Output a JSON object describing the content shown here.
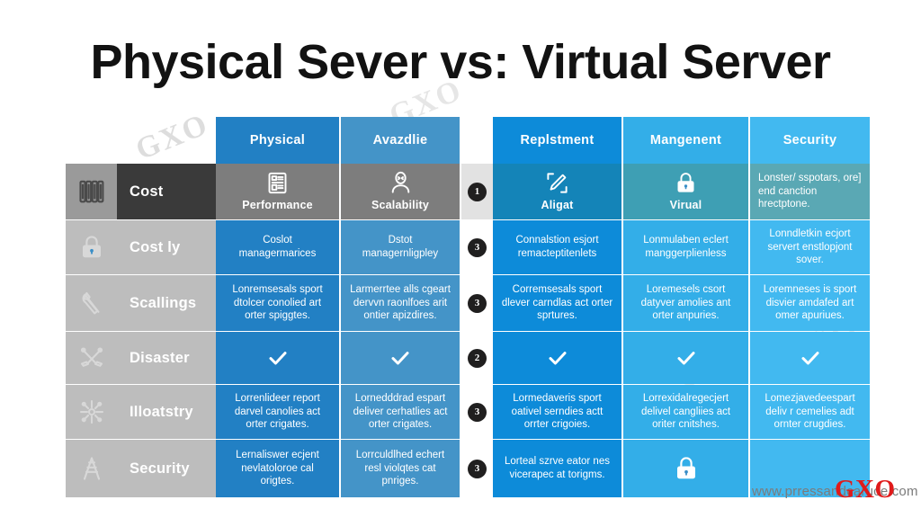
{
  "page": {
    "title": "Physical Sever vs: Virtual Server",
    "watermark": "GXO",
    "website": "www.prressandcaruce.com",
    "logo": "GXO"
  },
  "colors": {
    "title_text": "#121212",
    "col1": "#2280c4",
    "col2": "#4494c8",
    "col3": "#0d8bd9",
    "col4": "#33aee8",
    "col5": "#42b9f0",
    "row_label_bg": "#bdbdbd",
    "row1_bg": "#3a3a3a",
    "badge_bg": "#201f1f",
    "logo_red": "#e01b1b",
    "site_gray": "#7b7b7b"
  },
  "table": {
    "headers": [
      {
        "label": "Physical",
        "color": "#2280c4"
      },
      {
        "label": "Avazdlie",
        "color": "#4494c8"
      },
      {
        "label": "Replstment",
        "color": "#0d8bd9"
      },
      {
        "label": "Mangenent",
        "color": "#33aee8"
      },
      {
        "label": "Security",
        "color": "#42b9f0"
      }
    ],
    "rows": [
      {
        "label": "Cost",
        "icon": "server-rack-icon",
        "badge": "1",
        "highlight": true,
        "cells": [
          {
            "type": "icon-label",
            "icon": "document-icon",
            "label": "Performance",
            "text": ""
          },
          {
            "type": "icon-label",
            "icon": "user-icon",
            "label": "Scalability",
            "text": ""
          },
          {
            "type": "icon-label",
            "icon": "pen-crop-icon",
            "label": "Aligat",
            "text": ""
          },
          {
            "type": "icon-label",
            "icon": "lock-icon",
            "label": "Virual",
            "text": ""
          },
          {
            "type": "text",
            "icon": "",
            "label": "",
            "text": "Lonster/ sspotars, ore] end canction hrectptone."
          }
        ]
      },
      {
        "label": "Cost ly",
        "icon": "lock-icon",
        "badge": "3",
        "highlight": false,
        "cells": [
          {
            "type": "text",
            "icon": "",
            "label": "",
            "text": "Coslot managermarices"
          },
          {
            "type": "text",
            "icon": "",
            "label": "",
            "text": "Dstot managernligpley"
          },
          {
            "type": "text",
            "icon": "",
            "label": "",
            "text": "Connalstion esjort remacteptitenlets"
          },
          {
            "type": "text",
            "icon": "",
            "label": "",
            "text": "Lonmulaben eclert manggerplienless"
          },
          {
            "type": "text",
            "icon": "",
            "label": "",
            "text": "Lonndletkin ecjort servert enstlopjont sover."
          }
        ]
      },
      {
        "label": "Scallings",
        "icon": "wrench-icon",
        "badge": "3",
        "highlight": false,
        "cells": [
          {
            "type": "text",
            "icon": "",
            "label": "",
            "text": "Lonremsesals sport dtolcer conolied art orter spiggtes."
          },
          {
            "type": "text",
            "icon": "",
            "label": "",
            "text": "Larmerrtee alls cgeart dervvn raonlfoes arit ontier apizdires."
          },
          {
            "type": "text",
            "icon": "",
            "label": "",
            "text": "Corremsesals sport dlever carndlas act orter sprtures."
          },
          {
            "type": "text",
            "icon": "",
            "label": "",
            "text": "Loremesels csort datyver amolies ant orter anpuries."
          },
          {
            "type": "text",
            "icon": "",
            "label": "",
            "text": "Loremneses is sport disvier amdafed art omer apuriues."
          }
        ]
      },
      {
        "label": "Disaster",
        "icon": "tools-cross-icon",
        "badge": "2",
        "highlight": false,
        "cells": [
          {
            "type": "check",
            "icon": "check-icon",
            "label": "",
            "text": ""
          },
          {
            "type": "check",
            "icon": "check-icon",
            "label": "",
            "text": ""
          },
          {
            "type": "check",
            "icon": "check-icon",
            "label": "",
            "text": ""
          },
          {
            "type": "check",
            "icon": "check-icon",
            "label": "",
            "text": ""
          },
          {
            "type": "check",
            "icon": "check-icon",
            "label": "",
            "text": ""
          }
        ]
      },
      {
        "label": "Illoatstry",
        "icon": "network-burst-icon",
        "badge": "3",
        "highlight": false,
        "cells": [
          {
            "type": "text",
            "icon": "",
            "label": "",
            "text": "Lorrenlideer report darvel canolies act orter crigates."
          },
          {
            "type": "text",
            "icon": "",
            "label": "",
            "text": "Lornedddrad espart deliver cerhatlies act orter crigates."
          },
          {
            "type": "text",
            "icon": "",
            "label": "",
            "text": "Lormedaveris sport oativel serndies actt orrter crigoies."
          },
          {
            "type": "text",
            "icon": "",
            "label": "",
            "text": "Lorrexidalregecjert delivel cangliies act oriter cnitshes."
          },
          {
            "type": "text",
            "icon": "",
            "label": "",
            "text": "Lomezjavedeespart deliv r cemelies adt ornter crugdies."
          }
        ]
      },
      {
        "label": "Security",
        "icon": "tower-icon",
        "badge": "3",
        "highlight": false,
        "cells": [
          {
            "type": "text",
            "icon": "",
            "label": "",
            "text": "Lernaliswer ecjent nevlatoloroe cal origtes."
          },
          {
            "type": "text",
            "icon": "",
            "label": "",
            "text": "Lorrculdlhed echert resl violqtes cat pnriges."
          },
          {
            "type": "text",
            "icon": "",
            "label": "",
            "text": "Lorteal szrve eator nes vicerapec at torigms."
          },
          {
            "type": "icon-only",
            "icon": "lock-icon",
            "label": "",
            "text": ""
          },
          {
            "type": "empty",
            "icon": "",
            "label": "",
            "text": ""
          }
        ]
      }
    ]
  }
}
